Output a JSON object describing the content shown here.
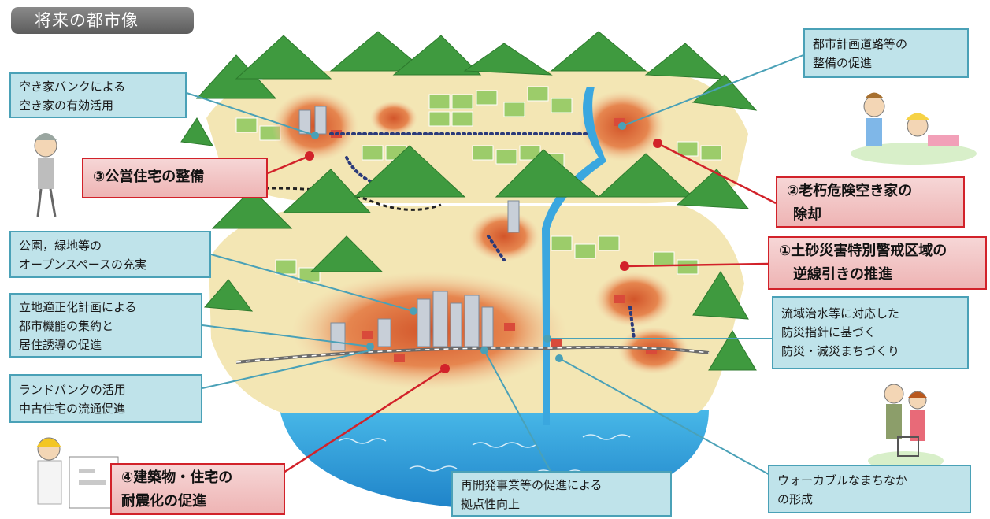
{
  "title": "将来の都市像",
  "callouts": {
    "vacant_bank": [
      "空き家バンクによる",
      "空き家の有効活用"
    ],
    "road": [
      "都市計画道路等の",
      "整備の促進"
    ],
    "park": [
      "公園，緑地等の",
      "オープンスペースの充実"
    ],
    "location": [
      "立地適正化計画による",
      "都市機能の集約と",
      "居住誘導の促進"
    ],
    "land_bank": [
      "ランドバンクの活用",
      "中古住宅の流通促進"
    ],
    "flood": [
      "流域治水等に対応した",
      "防災指針に基づく",
      "防災・減災まちづくり"
    ],
    "redevelop": [
      "再開発事業等の促進による",
      "拠点性向上"
    ],
    "walkable": [
      "ウォーカブルなまちなか",
      "の形成"
    ]
  },
  "policies": {
    "p3": [
      "③公営住宅の整備"
    ],
    "p2": [
      "②老朽危険空き家の",
      "除却"
    ],
    "p1": [
      "①土砂災害特別警戒区域の",
      "逆線引きの推進"
    ],
    "p4": [
      "④建築物・住宅の",
      "耐震化の促進"
    ]
  },
  "colors": {
    "callout_fill": "#bfe3ea",
    "callout_border": "#4aa1b7",
    "policy_fill": "#f0c0c0",
    "policy_border": "#d2222a",
    "sea": "#2a9fd8",
    "river": "#3aa7df",
    "mountain": "#3f9a3f",
    "land": "#f3e6b4",
    "urban": "#e38a4e",
    "rail": "#6b6b6b"
  }
}
